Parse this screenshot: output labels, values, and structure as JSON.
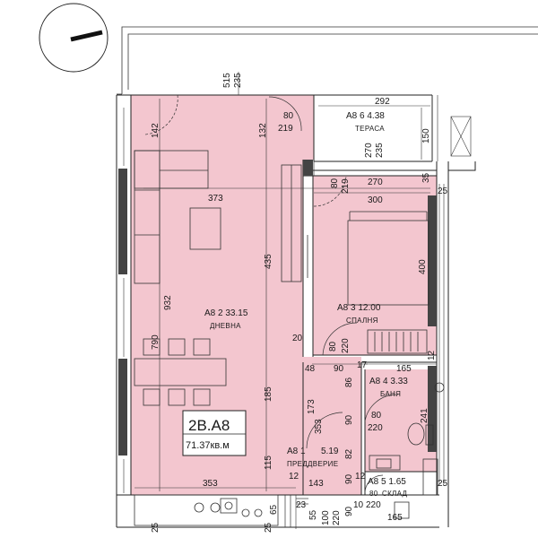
{
  "unit": {
    "code": "2B.A8",
    "total_area": "71.37кв.м"
  },
  "rooms": {
    "living": {
      "label": "A8 2 33.15",
      "name": "ДНЕВНА"
    },
    "bedroom": {
      "label": "A8 3 12.00",
      "name": "СПАЛНЯ"
    },
    "terrace": {
      "label": "A8 6 4.38",
      "name": "ТЕРАСА"
    },
    "bath": {
      "label": "A8 4 3.33",
      "name": "БАНЯ"
    },
    "hall": {
      "label": "A8 1",
      "area": "5.19",
      "name": "ПРЕДДВЕРИЕ"
    },
    "storage": {
      "label": "A8 5 1.65",
      "name": "СКЛАД",
      "door": "80"
    }
  },
  "dims": {
    "top_515": "515",
    "top_235": "235",
    "terrace_292": "292",
    "terrace_150": "150",
    "terrace_270": "270",
    "terrace_235": "235",
    "living_142": "142",
    "living_132": "132",
    "door_80a": "80",
    "door_219a": "219",
    "living_373": "373",
    "door_80b": "80",
    "door_219b": "219",
    "bed_270": "270",
    "bed_300": "300",
    "bed_35": "35",
    "bed_25": "25",
    "living_435": "435",
    "bed_400": "400",
    "living_932": "932",
    "living_790": "790",
    "hall_20": "20",
    "door_80c": "80",
    "door_220c": "220",
    "hall_48": "48",
    "hall_90": "90",
    "hall_17": "17",
    "bath_165": "165",
    "bath_12": "12",
    "hall_86": "86",
    "living_185": "185",
    "hall_173": "173",
    "hall_353v": "353",
    "hall_90v": "90",
    "bath_door_80": "80",
    "bath_door_220": "220",
    "bath_241": "241",
    "living_115": "115",
    "hall_82": "82",
    "hall_90b": "90",
    "bottom_353": "353",
    "bottom_12": "12",
    "bottom_143": "143",
    "bottom_12b": "12",
    "bottom_25r": "25",
    "bottom_25a": "25",
    "bottom_25b": "25",
    "bottom_65": "65",
    "bottom_23": "23",
    "bottom_55": "55",
    "bottom_100": "100",
    "bottom_220": "220",
    "bottom_90": "90",
    "bottom_10": "10",
    "bottom_220b": "220",
    "bottom_165": "165"
  }
}
